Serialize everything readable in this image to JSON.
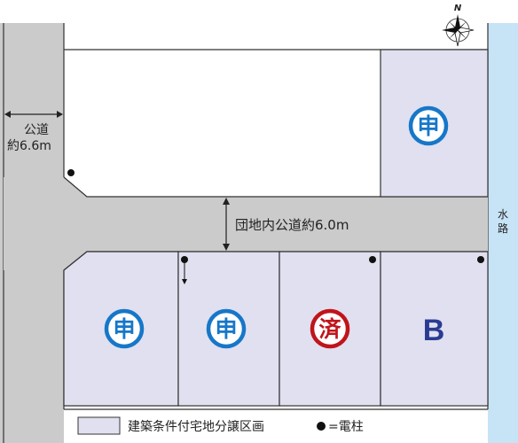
{
  "compass": {
    "north": "N"
  },
  "public_road": {
    "line1": "公道",
    "line2": "約6.6m"
  },
  "internal_road": {
    "label": "団地内公道約6.0m"
  },
  "waterway": {
    "char1": "水",
    "char2": "路"
  },
  "lots": {
    "top_right": {
      "mark": "申"
    },
    "bottom_1": {
      "mark": "申"
    },
    "bottom_2": {
      "mark": "申"
    },
    "bottom_3": {
      "mark": "済"
    },
    "bottom_4": {
      "mark": "B"
    }
  },
  "legend": {
    "lot_label": "建築条件付宅地分譲区画",
    "pole_label": "=電柱"
  },
  "colors": {
    "lot_fill": "#e0e0f0",
    "road_fill": "#cbcbcb",
    "water_fill": "#c7e3f6",
    "applied_mark": "#1677c9",
    "sold_mark": "#c0141b",
    "lot_b_text": "#2b3b92"
  }
}
